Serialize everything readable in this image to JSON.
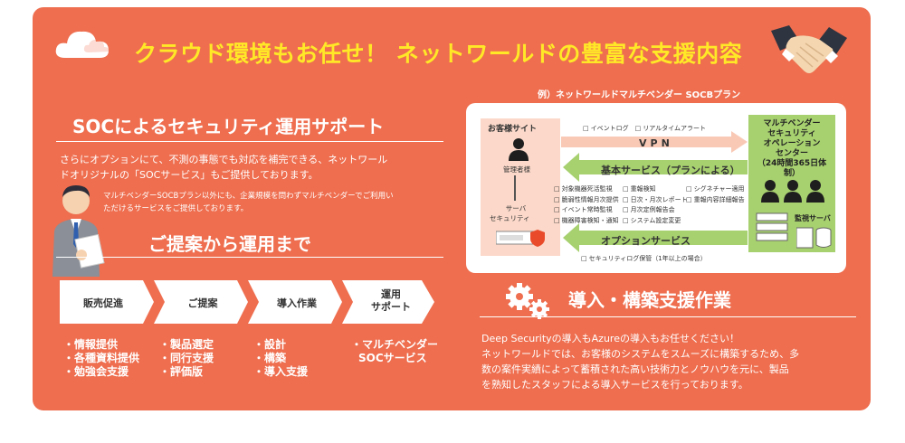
{
  "headline": "クラウド環境もお任せ！ ネットワールドの豊富な支援内容",
  "soc_section": {
    "title": "SOCによるセキュリティ運用サポート",
    "body_lines": [
      "さらにオプションにて、不測の事態でも対応を補完できる、ネットワール",
      "ドオリジナルの「SOCサービス」もご提供しております。"
    ],
    "note_lines": [
      "マルチベンダーSOCBプラン以外にも、企業規模を問わずマルチベンダーでご利用い",
      "ただけるサービスをご提供しております。"
    ]
  },
  "proposal_section": {
    "title": "ご提案から運用まで"
  },
  "flow": [
    {
      "label": "販売促進",
      "bullets": [
        "・情報提供",
        "・各種資料提供",
        "・勉強会支援"
      ]
    },
    {
      "label": "ご提案",
      "bullets": [
        "・製品選定",
        "・同行支援",
        "・評価版"
      ]
    },
    {
      "label": "導入作業",
      "bullets": [
        "・設計",
        "・構築",
        "・導入支援"
      ]
    },
    {
      "label_line1": "運用",
      "label_line2": "サポート",
      "bullets": [
        "・マルチベンダー",
        "SOCサービス"
      ]
    }
  ],
  "diagram": {
    "caption": "例）ネットワールドマルチベンダー SOCBプラン",
    "customer_site": "お客様サイト",
    "admin": "管理者様",
    "server_line1": "サーバ",
    "server_line2": "セキュリティ",
    "soc_lines": [
      "マルチベンダー",
      "セキュリティ",
      "オペレーション",
      "センター",
      "（24時間365日体制）"
    ],
    "monitor_server": "監視サーバ",
    "vpn_items": [
      "イベントログ",
      "リアルタイムアラート"
    ],
    "vpn": "VPN",
    "basic_service": "基本サービス（プランによる）",
    "basic_items": [
      "対象機器死活監視",
      "脆弱性情報月次提供",
      "イベント常時監視",
      "機器障害検知・通知",
      "重報検知",
      "日次・月次レポート",
      "月次定例報告会",
      "システム設定変更",
      "シグネチャー適用",
      "重報内容詳細報告"
    ],
    "option_service": "オプションサービス",
    "option_items": [
      "セキュリティログ保管（1年以上の場合）"
    ]
  },
  "deploy_section": {
    "title": "導入・構築支援作業",
    "lines": [
      "Deep Securityの導入もAzureの導入もお任せください！",
      "ネットワールドでは、お客様のシステムをスムーズに構築するため、多",
      "数の案件実績によって蓄積された高い技術力とノウハウを元に、製品",
      "を熟知したスタッフによる導入サービスを行っております。"
    ]
  },
  "colors": {
    "panel": "#ee6e4f",
    "headline": "#ffe927",
    "customer_bg": "#fbd8c9",
    "soc_bg": "#a7d06f",
    "arrow_vpn": "#f9c9b6",
    "arrow_green": "#a7d06f"
  }
}
